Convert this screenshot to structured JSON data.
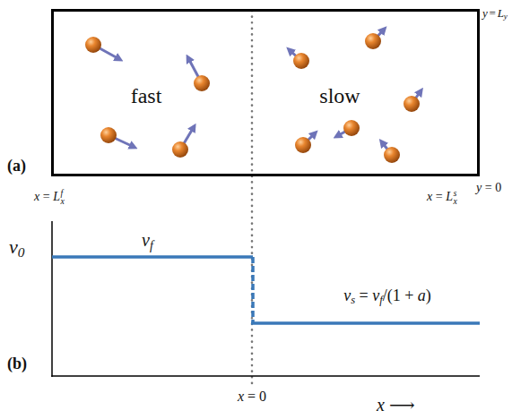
{
  "diagram": {
    "nodes": [
      {
        "text": [
          "fast",
          "slow"
        ]
      }
    ],
    "labels": [
      "y = Ly",
      "(a)",
      "y = 0",
      "x = Lxf",
      "x = Lxs",
      "v0",
      "vf",
      "vs = vf/(1 + a)",
      "(b)",
      "x = 0",
      "x ⟶"
    ]
  }
}
